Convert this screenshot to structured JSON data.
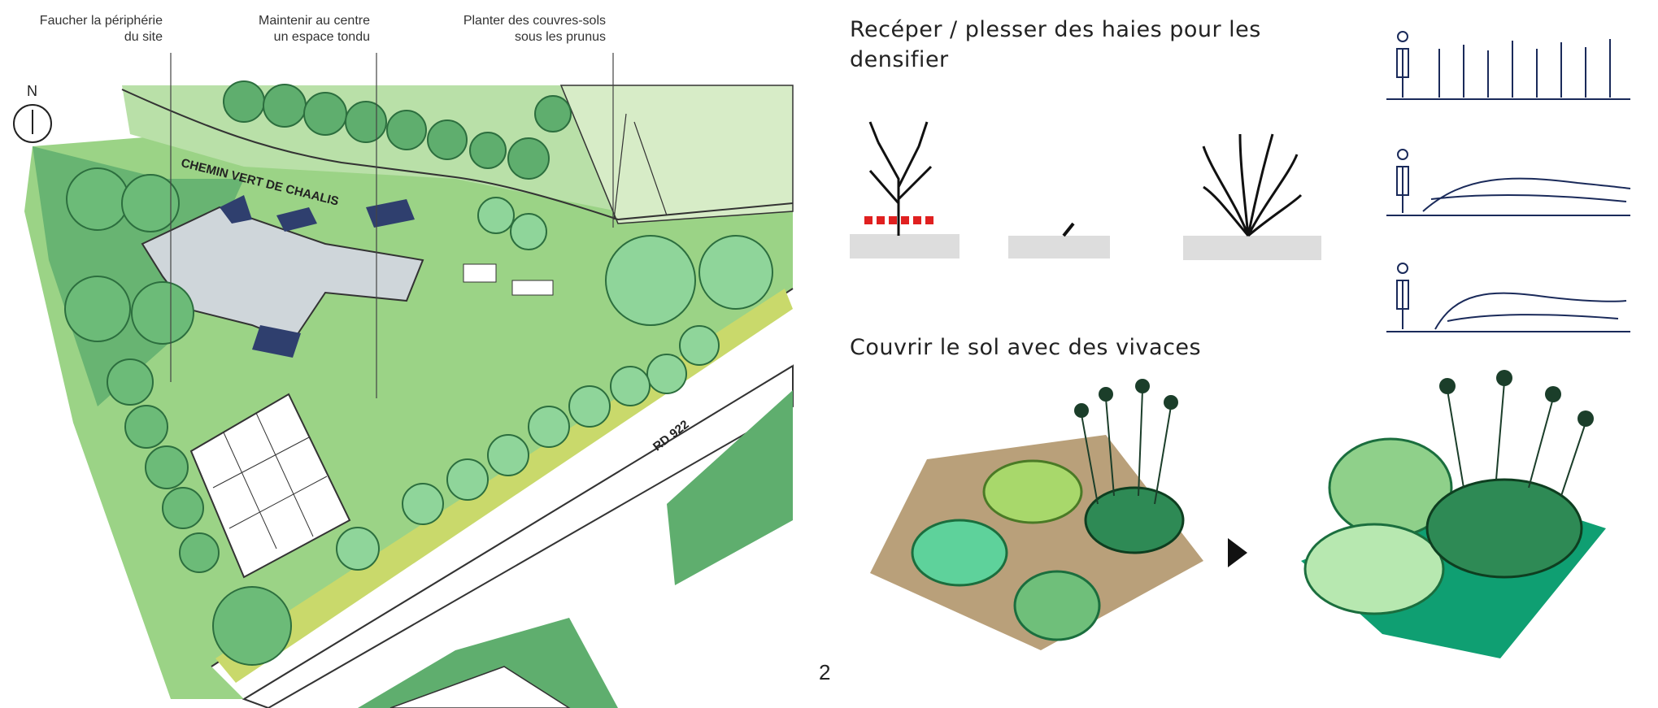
{
  "annotations": [
    {
      "line1": "Faucher la périphérie",
      "line2": "du site"
    },
    {
      "line1": "Maintenir au centre",
      "line2": "un espace tondu"
    },
    {
      "line1": "Planter des couvres-sols",
      "line2": "sous les prunus"
    }
  ],
  "compass": "N",
  "roads": {
    "chemin": "CHEMIN VERT DE CHAALIS",
    "rd": "RD 922"
  },
  "page_number": "2",
  "section1_title": "Recéper / plesser des haies pour les densifier",
  "section2_title": "Couvrir le sol avec des vivaces",
  "colors": {
    "grass": "#8fcf7a",
    "tree": "#5fae6e",
    "hedge": "#c9d96b",
    "soil": "#b9a07a",
    "ground": "#0f9f72",
    "red_marker": "#e02020"
  }
}
